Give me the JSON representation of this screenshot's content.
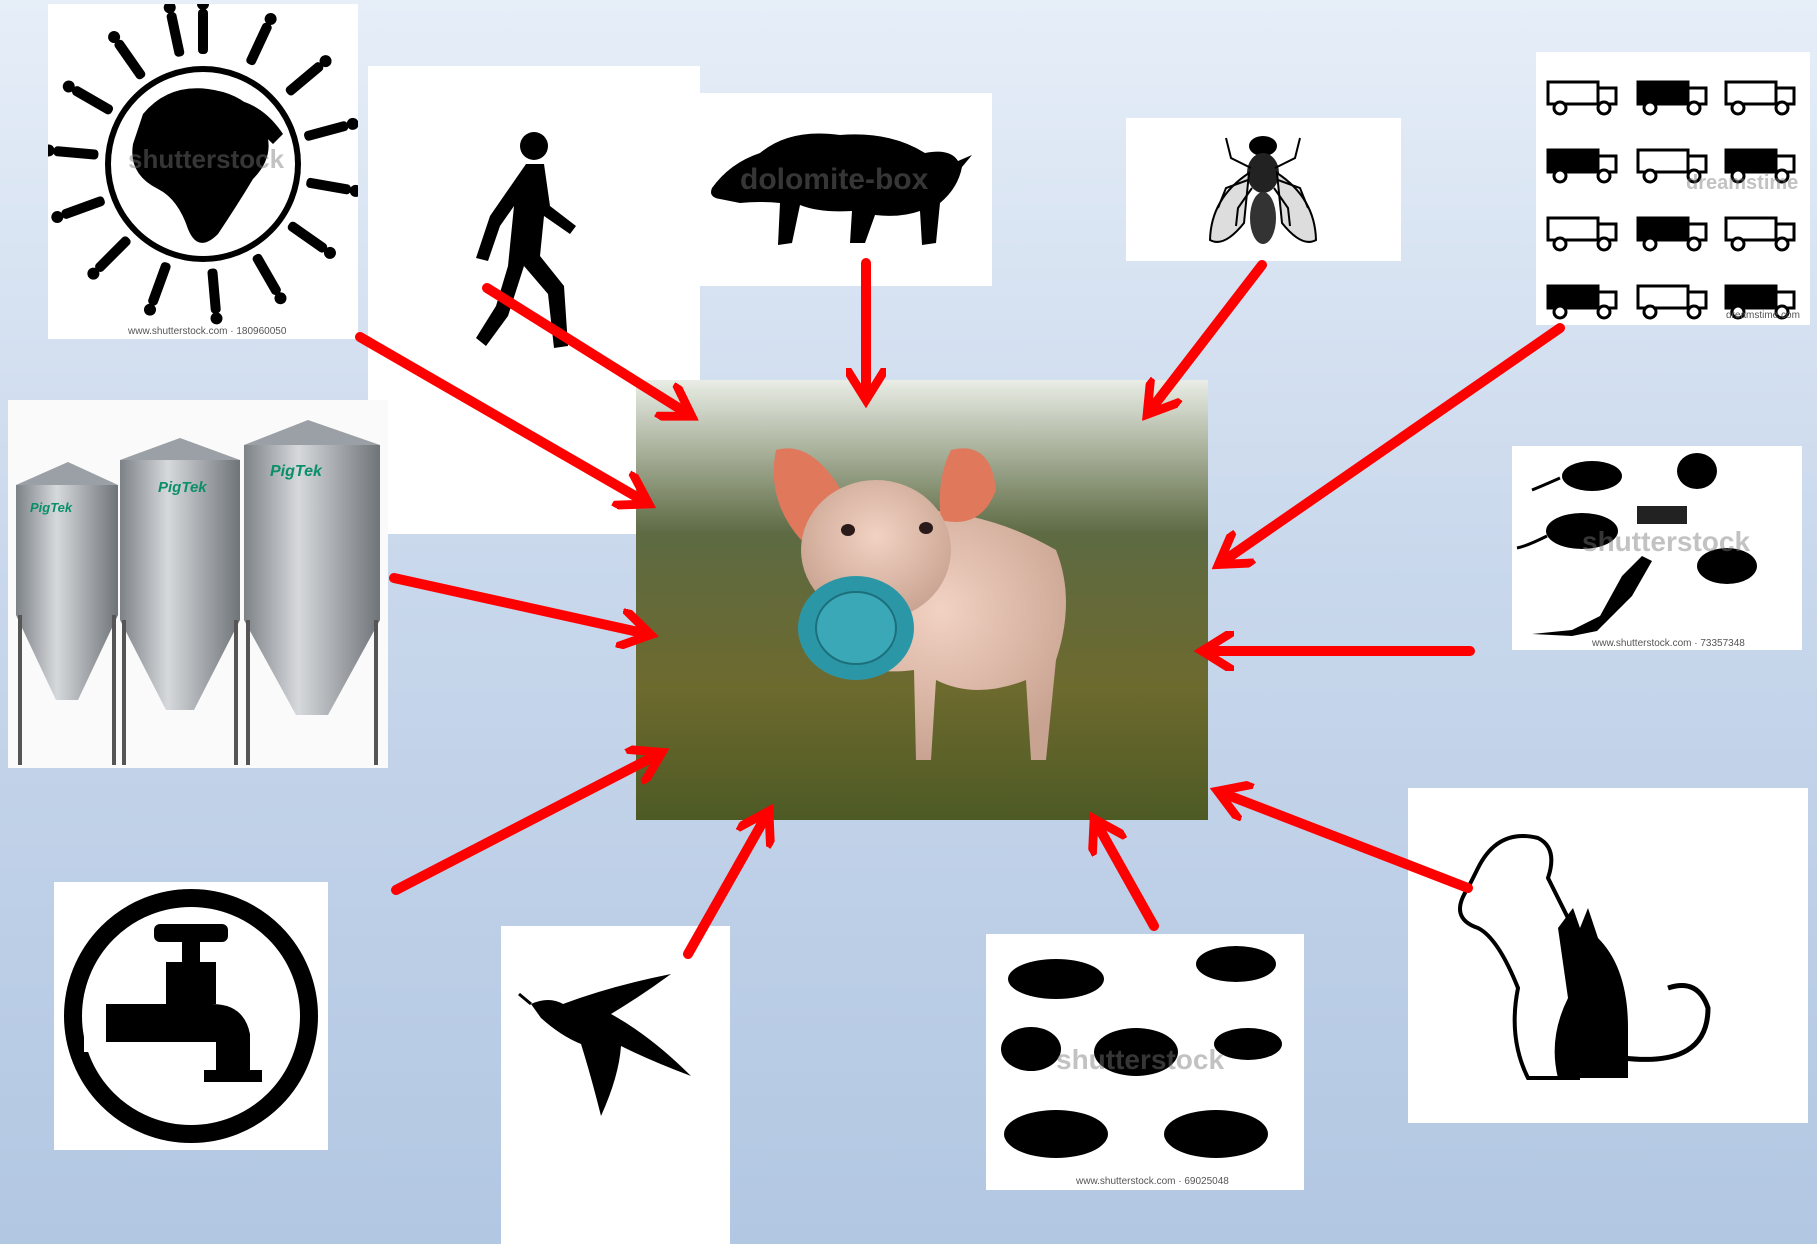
{
  "watermarks": {
    "globe": "shutterstock",
    "globe_caption": "www.shutterstock.com · 180960050",
    "walker": "",
    "boar": "dolomite-box",
    "trucks": "dreamstime",
    "trucks_caption": "dreamstime.com",
    "rodents": "shutterstock",
    "rodents_caption": "www.shutterstock.com · 73357348",
    "pigs": "shutterstock",
    "pigs_caption": "www.shutterstock.com · 69025048"
  },
  "silo_brand": "PigTek",
  "colors": {
    "arrow": "#ff0000",
    "background_top": "#e6eef8",
    "background_bottom": "#b2c7e2",
    "mask": "#2b97a6"
  },
  "icons": {
    "center": "pig-with-mask",
    "sources": [
      "people-globe-icon",
      "walking-person-icon",
      "wild-boar-icon",
      "fly-icon",
      "trucks-icon",
      "feed-silos-icon",
      "rodents-icon",
      "water-tap-icon",
      "bird-icon",
      "pigs-icon",
      "dog-cat-icon"
    ]
  }
}
